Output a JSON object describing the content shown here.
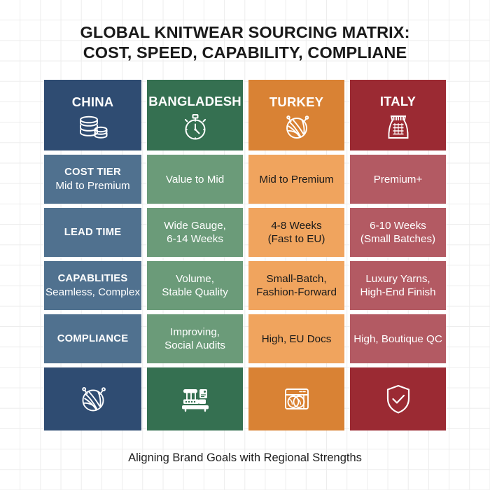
{
  "title": {
    "line1": "GLOBAL KNITWEAR SOURCING MATRIX:",
    "line2": "COST, SPEED, CAPABILITY, COMPLIANE"
  },
  "caption": "Aligning Brand Goals with Regional Strengths",
  "colors": {
    "background": "#ffffff",
    "grid_line": "#ededed",
    "title_text": "#1a1a1a",
    "caption_text": "#1f1f1f",
    "navy_header": "#2f4c72",
    "navy_data": "#50718f",
    "green_header": "#357051",
    "green_data": "#6b9b79",
    "orange_header": "#d98234",
    "orange_data": "#f0a45e",
    "maroon_header": "#9b2a33",
    "maroon_data": "#b35a63"
  },
  "columns": [
    {
      "name": "CHINA",
      "icon": "coins-stack-icon",
      "footer_icon": "yarn-ball-needles-icon"
    },
    {
      "name": "BANGLADESH",
      "icon": "stopwatch-icon",
      "footer_icon": "knitting-machine-icon"
    },
    {
      "name": "TURKEY",
      "icon": "yarn-ball-icon",
      "footer_icon": "loop-knit-machine-icon"
    },
    {
      "name": "ITALY",
      "icon": "knit-garment-icon",
      "footer_icon": "shield-check-icon"
    }
  ],
  "rows": [
    {
      "label": "COST TIER",
      "cells": [
        {
          "value_line1": "Mid to Premium",
          "value_line2": ""
        },
        {
          "value_line1": "Value to Mid",
          "value_line2": ""
        },
        {
          "value_line1": "Mid to Premium",
          "value_line2": ""
        },
        {
          "value_line1": "Premium+",
          "value_line2": ""
        }
      ]
    },
    {
      "label": "LEAD TIME",
      "cells": [
        {
          "value_line1": "",
          "value_line2": ""
        },
        {
          "value_line1": "Wide Gauge,",
          "value_line2": "6-14 Weeks"
        },
        {
          "value_line1": "4-8 Weeks",
          "value_line2": "(Fast to EU)"
        },
        {
          "value_line1": "6-10 Weeks",
          "value_line2": "(Small Batches)"
        }
      ]
    },
    {
      "label": "CAPABLITIES",
      "cells": [
        {
          "value_line1": "Seamless, Complex",
          "value_line2": ""
        },
        {
          "value_line1": "Volume,",
          "value_line2": "Stable Quality"
        },
        {
          "value_line1": "Small-Batch,",
          "value_line2": "Fashion-Forward"
        },
        {
          "value_line1": "Luxury Yarns,",
          "value_line2": "High-End Finish"
        }
      ]
    },
    {
      "label": "COMPLIANCE",
      "cells": [
        {
          "value_line1": "",
          "value_line2": ""
        },
        {
          "value_line1": "Improving,",
          "value_line2": "Social Audits"
        },
        {
          "value_line1": "High, EU Docs",
          "value_line2": ""
        },
        {
          "value_line1": "High, Boutique QC",
          "value_line2": ""
        }
      ]
    }
  ]
}
